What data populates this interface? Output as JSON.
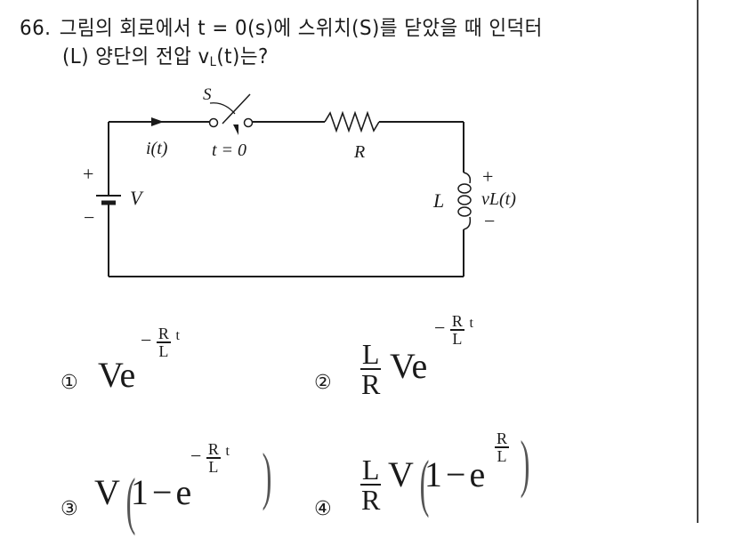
{
  "question": {
    "number": "66.",
    "line1": "그림의 회로에서 t = 0(s)에 스위치(S)를 닫았을 때 인덕터",
    "line2_prefix": "(L) 양단의 전압 v",
    "line2_sub": "L",
    "line2_suffix": "(t)는?"
  },
  "circuit": {
    "switch_label": "S",
    "switch_time": "t = 0",
    "current_label": "i(t)",
    "resistor_label": "R",
    "source_label": "V",
    "source_plus": "+",
    "source_minus": "−",
    "inductor_label": "L",
    "inductor_voltage_label": "vL(t)",
    "inductor_plus": "+",
    "inductor_minus": "−"
  },
  "options": [
    {
      "mark": "①",
      "coef": "",
      "base": "Ve",
      "exp_sign": "−",
      "exp_num": "R",
      "exp_den": "L",
      "exp_tail": "t",
      "form": "Ve^(-R/L t)"
    },
    {
      "mark": "②",
      "coef_num": "L",
      "coef_den": "R",
      "base": "Ve",
      "exp_sign": "−",
      "exp_num": "R",
      "exp_den": "L",
      "exp_tail": "t",
      "form": "(L/R)Ve^(-R/L t)"
    },
    {
      "mark": "③",
      "lead": "V",
      "open": "(",
      "one": "1",
      "minus": "−",
      "e": "e",
      "exp_sign": "−",
      "exp_num": "R",
      "exp_den": "L",
      "exp_tail": "t",
      "close": ")",
      "form": "V(1 - e^(-R/L t))"
    },
    {
      "mark": "④",
      "coef_num": "L",
      "coef_den": "R",
      "lead": "V",
      "open": "(",
      "one": "1",
      "minus": "−",
      "e": "e",
      "exp_num": "R",
      "exp_den": "L",
      "close": ")",
      "form": "(L/R)V(1 - e^(R/L))"
    }
  ]
}
